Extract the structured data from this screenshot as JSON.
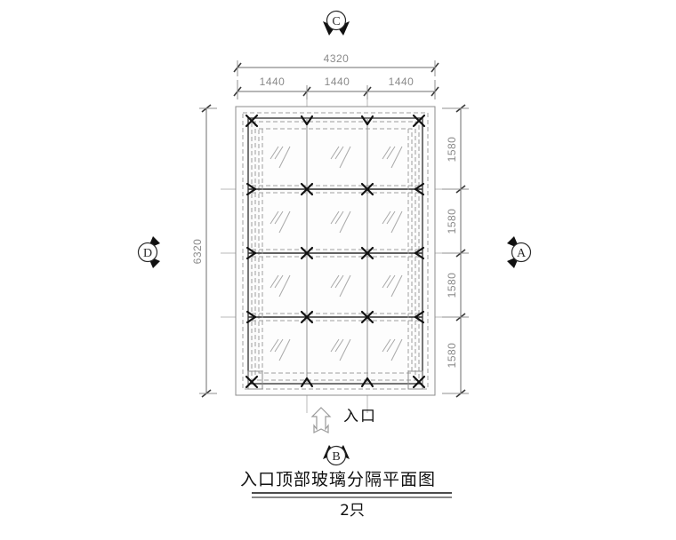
{
  "drawing": {
    "title": "入口顶部玻璃分隔平面图",
    "subtitle": "2只",
    "entrance_label": "入口",
    "entrance_icon": "up-arrow-outline-icon"
  },
  "axis_markers": [
    {
      "id": "C",
      "label": "C",
      "position": "top",
      "direction": "down",
      "icon": "axis-marker-down-icon"
    },
    {
      "id": "D",
      "label": "D",
      "position": "left",
      "direction": "right",
      "icon": "axis-marker-right-icon"
    },
    {
      "id": "A",
      "label": "A",
      "position": "right",
      "direction": "left",
      "icon": "axis-marker-left-icon"
    },
    {
      "id": "B",
      "label": "B",
      "position": "bottom",
      "direction": "up",
      "icon": "axis-marker-up-icon"
    }
  ],
  "dimensions": {
    "top_overall": "4320",
    "top_segments": [
      "1440",
      "1440",
      "1440"
    ],
    "left_overall": "6320",
    "right_segments": [
      "1580",
      "1580",
      "1580",
      "1580"
    ]
  },
  "grid": {
    "columns": 3,
    "rows": 4,
    "panel_symbol": "glass-hatch-icon",
    "node_symbol": "x-node-icon",
    "edge_symbol": "half-x-node-icon",
    "panel_count": 12
  },
  "colors": {
    "ink": "#1a1a1a",
    "dim_text": "#8a8a8a",
    "dim_line": "#6e6e6e",
    "frame": "#4a4a4a",
    "dashed": "#9a9a9a",
    "centerline": "#b0b0b0",
    "glass": "#a8a8a8",
    "panel_fill": "#fcfcfc",
    "background": "#ffffff"
  }
}
